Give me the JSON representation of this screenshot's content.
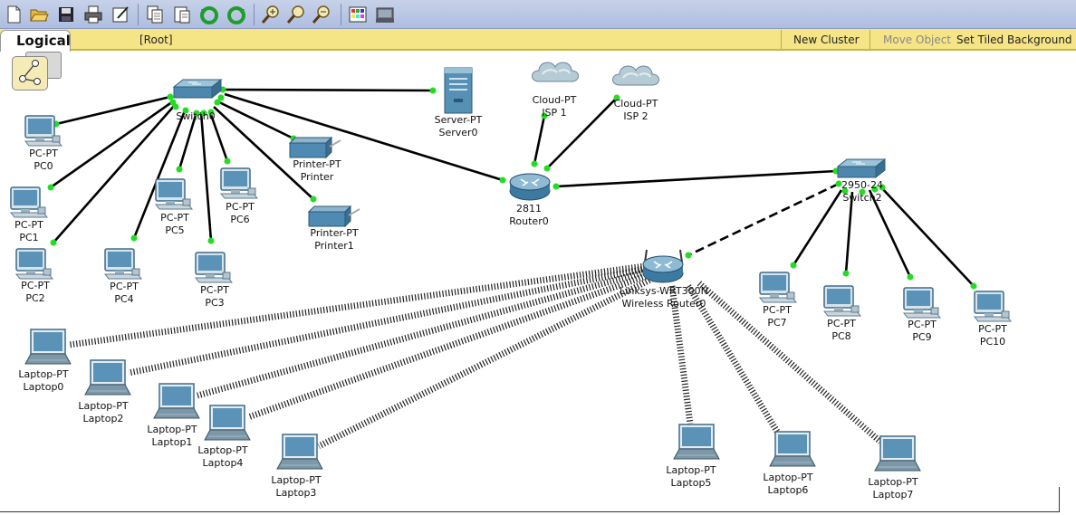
{
  "toolbar": {
    "buttons": [
      "new-icon",
      "open-icon",
      "save-icon",
      "print-icon",
      "wizard-icon",
      "copy-icon",
      "paste-icon",
      "undo-icon",
      "redo-icon",
      "zoom-in-icon",
      "zoom-reset-icon",
      "zoom-out-icon",
      "palette-icon",
      "custom-device-icon"
    ]
  },
  "nav": {
    "mode": "Logical",
    "root": "[Root]",
    "new_cluster": "New Cluster",
    "move_object": "Move Object",
    "set_tiled_background": "Set Tiled Background"
  },
  "devices": {
    "switch0": {
      "type": "",
      "name": "Switch0"
    },
    "server0": {
      "type": "Server-PT",
      "name": "Server0"
    },
    "isp1": {
      "type": "Cloud-PT",
      "name": "ISP 1"
    },
    "isp2": {
      "type": "Cloud-PT",
      "name": "ISP 2"
    },
    "router0": {
      "type": "2811",
      "name": "Router0"
    },
    "switch2": {
      "type": "2950-24",
      "name": "Switch2"
    },
    "wrouter0": {
      "type": "Linksys-WRT300N",
      "name": "Wireless Router0"
    },
    "pc0": {
      "type": "PC-PT",
      "name": "PC0"
    },
    "pc1": {
      "type": "PC-PT",
      "name": "PC1"
    },
    "pc2": {
      "type": "PC-PT",
      "name": "PC2"
    },
    "pc3": {
      "type": "PC-PT",
      "name": "PC3"
    },
    "pc4": {
      "type": "PC-PT",
      "name": "PC4"
    },
    "pc5": {
      "type": "PC-PT",
      "name": "PC5"
    },
    "pc6": {
      "type": "PC-PT",
      "name": "PC6"
    },
    "pc7": {
      "type": "PC-PT",
      "name": "PC7"
    },
    "pc8": {
      "type": "PC-PT",
      "name": "PC8"
    },
    "pc9": {
      "type": "PC-PT",
      "name": "PC9"
    },
    "pc10": {
      "type": "PC-PT",
      "name": "PC10"
    },
    "printer": {
      "type": "Printer-PT",
      "name": "Printer"
    },
    "printer1": {
      "type": "Printer-PT",
      "name": "Printer1"
    },
    "laptop0": {
      "type": "Laptop-PT",
      "name": "Laptop0"
    },
    "laptop1": {
      "type": "Laptop-PT",
      "name": "Laptop1"
    },
    "laptop2": {
      "type": "Laptop-PT",
      "name": "Laptop2"
    },
    "laptop3": {
      "type": "Laptop-PT",
      "name": "Laptop3"
    },
    "laptop4": {
      "type": "Laptop-PT",
      "name": "Laptop4"
    },
    "laptop5": {
      "type": "Laptop-PT",
      "name": "Laptop5"
    },
    "laptop6": {
      "type": "Laptop-PT",
      "name": "Laptop6"
    },
    "laptop7": {
      "type": "Laptop-PT",
      "name": "Laptop7"
    }
  },
  "colors": {
    "link": "#000000",
    "link_up": "#22dd22",
    "toolbar_bg": "#b7c4e3",
    "nav_bg": "#f6e586",
    "device_blue": "#5b93b8"
  }
}
